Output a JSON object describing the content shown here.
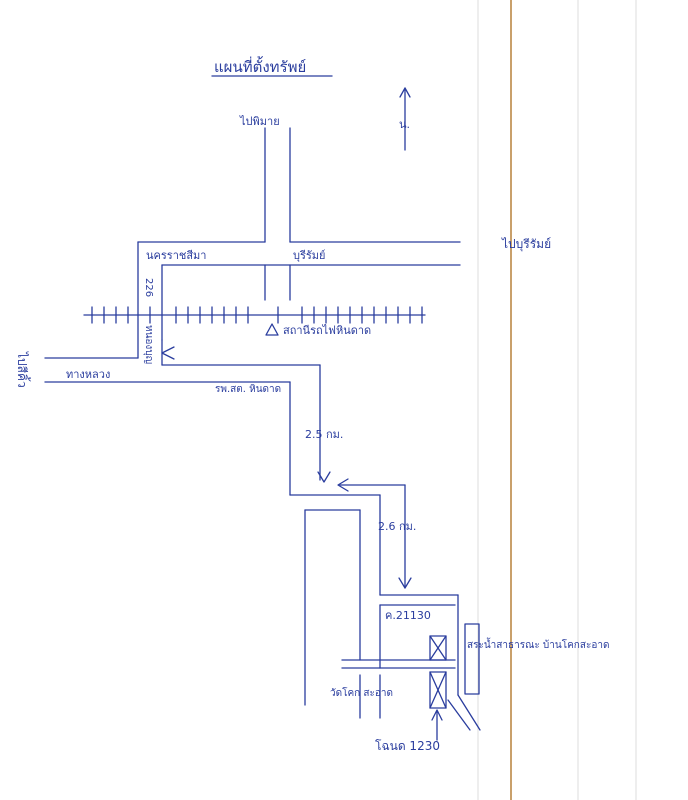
{
  "document": {
    "title": "แผนที่ตั้งทรัพย์",
    "north_label": "น.",
    "labels": {
      "to_phimai": "ไปพิมาย",
      "to_buriram": "ไปบุรีรัมย์",
      "to_sikhio": "ไปสีคิ้ว",
      "nakhon_ratchasima": "นครราชสีมา",
      "buriram": "บุรีรัมย์",
      "station": "สถานีรถไฟหินดาด",
      "highway_km": "226",
      "district": "หนองบุญ",
      "main_road": "ทางหลวง",
      "school": "รพ.สต. หินดาด",
      "distance_1": "2.5 กม.",
      "distance_2": "2.6 กม.",
      "deed_number": "ค.21130",
      "reservoir": "สระน้ำสาธารณะ บ้านโคกสะอาด",
      "temple": "วัดโคก สะอาด",
      "subject_property": "โฉนด 1230"
    }
  },
  "colors": {
    "ink": "#2a3d9e",
    "paper": "#ffffff",
    "margin_line": "#c9a06b",
    "rule_line": "#dddddd"
  }
}
